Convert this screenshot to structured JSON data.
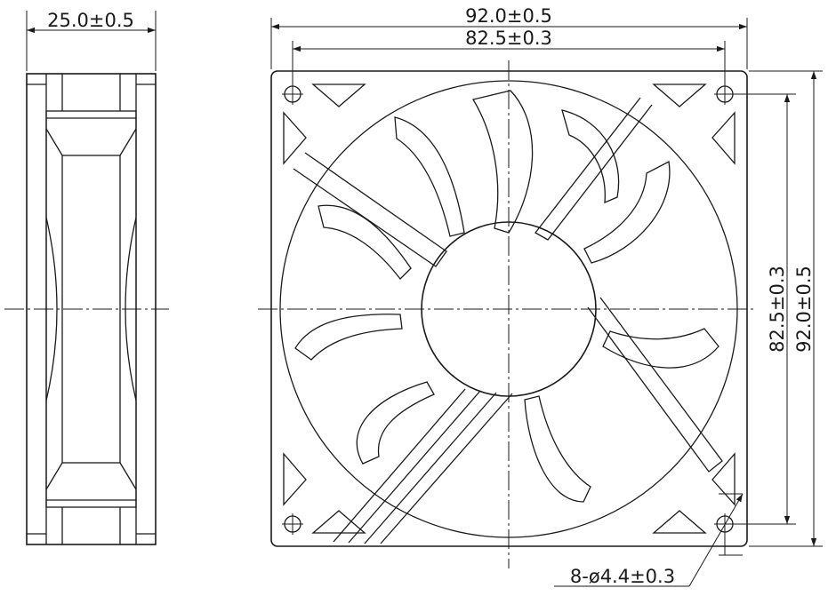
{
  "drawing": {
    "line_color": "#1a1a1a",
    "background": "#ffffff"
  },
  "dimensions": {
    "side_thickness": "25.0±0.5",
    "overall_width": "92.0±0.5",
    "hole_spacing_width": "82.5±0.3",
    "hole_spacing_height": "82.5±0.3",
    "overall_height": "92.0±0.5",
    "mount_holes": "8-ø4.4±0.3"
  }
}
